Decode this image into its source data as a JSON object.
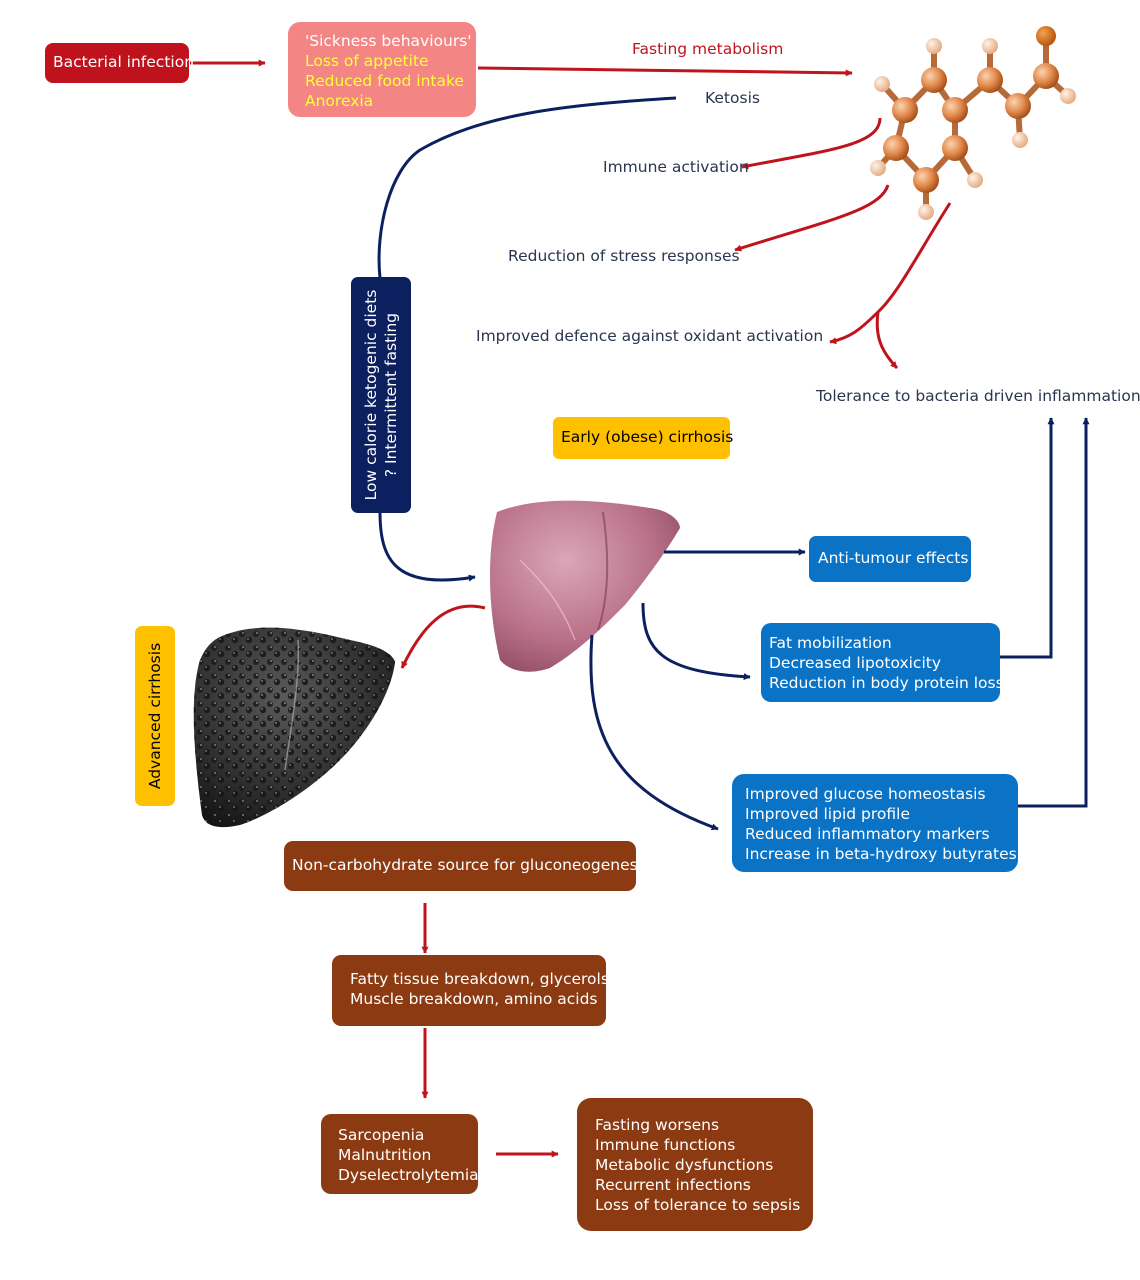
{
  "colors": {
    "red_arrow": "#c0141c",
    "navy_arrow": "#0c2060",
    "bacterial_box": "#c0121c",
    "sickness_box": "#f48585",
    "sickness_yellow_text": "#ffff3a",
    "navy_box": "#0c2060",
    "yellow_box": "#ffc000",
    "blue_box": "#0b73c6",
    "brown_box": "#8b3a12",
    "label_text": "#2a3550",
    "red_label_text": "#c0141c"
  },
  "bacterial_infection": "Bacterial infection",
  "sickness": {
    "title": "'Sickness behaviours'",
    "items": [
      "Loss of appetite",
      "Reduced food intake",
      "Anorexia"
    ]
  },
  "fasting_metabolism": "Fasting metabolism",
  "ketosis": "Ketosis",
  "immune_activation": "Immune activation",
  "reduction_stress": "Reduction of stress responses",
  "improved_defence": "Improved defence against oxidant activation",
  "tolerance": "Tolerance to bacteria driven inflammation",
  "diet_box": {
    "line1": "Low calorie ketogenic diets",
    "line2": "? Intermittent fasting"
  },
  "early_cirrhosis": "Early (obese) cirrhosis",
  "advanced_cirrhosis": "Advanced cirrhosis",
  "anti_tumour": "Anti-tumour effects",
  "fat_box": [
    "Fat mobilization",
    "Decreased lipotoxicity",
    "Reduction in body protein loss"
  ],
  "glucose_box": [
    "Improved glucose homeostasis",
    "Improved lipid profile",
    "Reduced inflammatory markers",
    "Increase in beta-hydroxy butyrates"
  ],
  "nonCarb": "Non-carbohydrate source for gluconeogenesis",
  "breakdown": [
    "Fatty tissue breakdown, glycerols",
    "Muscle breakdown, amino acids"
  ],
  "sarcopenia": [
    "Sarcopenia",
    "Malnutrition",
    "Dyselectrolytemia"
  ],
  "fasting_worsens": [
    "Fasting worsens",
    "Immune functions",
    "Metabolic dysfunctions",
    "Recurrent infections",
    "Loss of tolerance to sepsis"
  ]
}
